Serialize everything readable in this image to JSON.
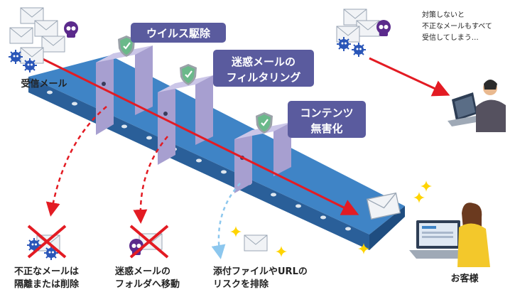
{
  "incoming_label": "受信メール",
  "gates": [
    {
      "title": [
        "ウイルス駆除"
      ]
    },
    {
      "title": [
        "迷惑メールの",
        "フィルタリング"
      ]
    },
    {
      "title": [
        "コンテンツ",
        "無害化"
      ]
    }
  ],
  "outcomes": [
    {
      "lines": [
        "不正なメールは",
        "隔離または削除"
      ]
    },
    {
      "lines": [
        "迷惑メールの",
        "フォルダへ移動"
      ]
    },
    {
      "lines": [
        "添付ファイルやURLの",
        "リスクを排除"
      ]
    }
  ],
  "warning": {
    "lines": [
      "対策しないと",
      "不正なメールもすべて",
      "受信してしまう…"
    ]
  },
  "customer_label": "お客様",
  "colors": {
    "belt_top": "#3f84c6",
    "belt_side": "#2a5f99",
    "gate": "#b8b2d8",
    "tag_bg": "#5a5b9e",
    "arrow_red": "#e31b23",
    "dashed_blue": "#8cc7ee",
    "sparkle": "#ffd400"
  },
  "icons": [
    "envelope-icon",
    "virus-icon",
    "skull-icon",
    "shield-check-icon",
    "x-mark-icon",
    "laptop-icon",
    "person-icon",
    "sparkle-icon"
  ]
}
